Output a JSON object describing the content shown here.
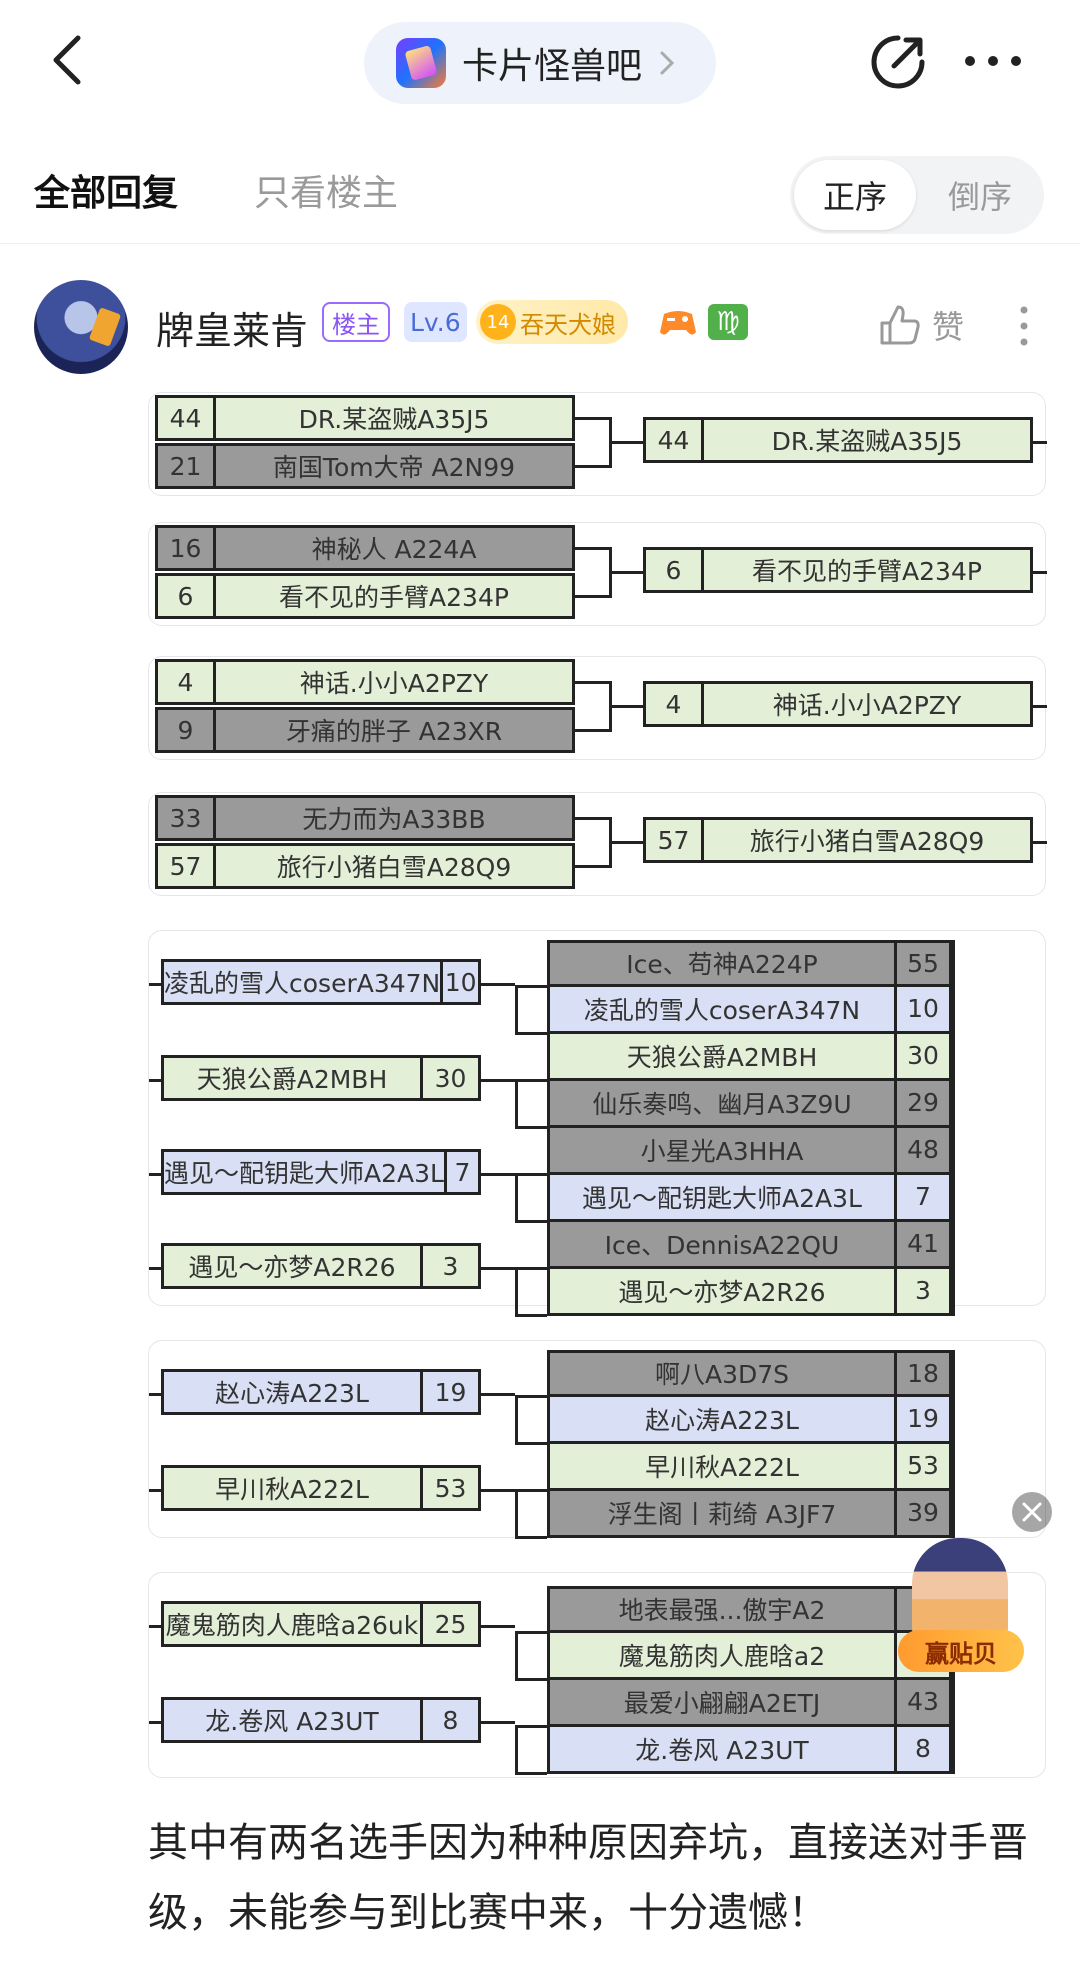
{
  "header": {
    "forum_name": "卡片怪兽吧"
  },
  "tabs": {
    "all": "全部回复",
    "op_only": "只看楼主",
    "order_asc": "正序",
    "order_desc": "倒序"
  },
  "author": {
    "name": "牌皇莱肯",
    "op_badge": "楼主",
    "level": "Lv.6",
    "title_level": "14",
    "title": "吞天犬娘",
    "zodiac": "♍",
    "like_label": "赞"
  },
  "brackets": [
    {
      "left": [
        [
          "44",
          "DR.某盗贼A35J5",
          "g"
        ],
        [
          "21",
          "南国Tom大帝 A2N99",
          "d"
        ]
      ],
      "winner": [
        "44",
        "DR.某盗贼A35J5",
        "g"
      ]
    },
    {
      "left": [
        [
          "16",
          "神秘人 A224A",
          "d"
        ],
        [
          "6",
          "看不见的手臂A234P",
          "g"
        ]
      ],
      "winner": [
        "6",
        "看不见的手臂A234P",
        "g"
      ]
    },
    {
      "left": [
        [
          "4",
          "神话.小小A2PZY",
          "g"
        ],
        [
          "9",
          "牙痛的胖子 A23XR",
          "d"
        ]
      ],
      "winner": [
        "4",
        "神话.小小A2PZY",
        "g"
      ]
    },
    {
      "left": [
        [
          "33",
          "无力而为A33BB",
          "d"
        ],
        [
          "57",
          "旅行小猪白雪A28Q9",
          "g"
        ]
      ],
      "winner": [
        "57",
        "旅行小猪白雪A28Q9",
        "g"
      ]
    }
  ],
  "bracket_group_a": {
    "left": [
      [
        "凌乱的雪人coserA347N",
        "10",
        "b"
      ],
      [
        "天狼公爵A2MBH",
        "30",
        "g"
      ],
      [
        "遇见～配钥匙大师A2A3L",
        "7",
        "b"
      ],
      [
        "遇见～亦梦A2R26",
        "3",
        "g"
      ]
    ],
    "right": [
      [
        "Ice、苟神A224P",
        "55",
        "d"
      ],
      [
        "凌乱的雪人coserA347N",
        "10",
        "b"
      ],
      [
        "天狼公爵A2MBH",
        "30",
        "g"
      ],
      [
        "仙乐奏鸣、幽月A3Z9U",
        "29",
        "d"
      ],
      [
        "小星光A3HHA",
        "48",
        "d"
      ],
      [
        "遇见～配钥匙大师A2A3L",
        "7",
        "b"
      ],
      [
        "Ice、DennisA22QU",
        "41",
        "d"
      ],
      [
        "遇见～亦梦A2R26",
        "3",
        "g"
      ]
    ]
  },
  "bracket_group_b": {
    "left": [
      [
        "赵心涛A223L",
        "19",
        "b"
      ],
      [
        "早川秋A222L",
        "53",
        "g"
      ]
    ],
    "right": [
      [
        "啊八A3D7S",
        "18",
        "d"
      ],
      [
        "赵心涛A223L",
        "19",
        "b"
      ],
      [
        "早川秋A222L",
        "53",
        "g"
      ],
      [
        "浮生阁丨莉绮 A3JF7",
        "39",
        "d"
      ]
    ]
  },
  "bracket_group_c": {
    "left": [
      [
        "魔鬼筋肉人鹿晗a26uk",
        "25",
        "g"
      ],
      [
        "龙.卷风 A23UT",
        "8",
        "b"
      ]
    ],
    "right": [
      [
        "地表最强...傲宇A2",
        "",
        "d"
      ],
      [
        "魔鬼筋肉人鹿晗a2",
        "",
        "g"
      ],
      [
        "最爱小翩翩A2ETJ",
        "43",
        "d"
      ],
      [
        "龙.卷风 A23UT",
        "8",
        "b"
      ]
    ]
  },
  "post": {
    "text": "其中有两名选手因为种种原因弃坑，直接送对手晋级，未能参与到比赛中来，十分遗憾！"
  },
  "float_ad": {
    "label": "赢贴贝"
  },
  "colors": {
    "green_cell": "#e3f0d7",
    "gray_cell": "#9a9a9a",
    "blue_cell": "#d9e0f6",
    "accent_purple": "#8a55f5"
  }
}
